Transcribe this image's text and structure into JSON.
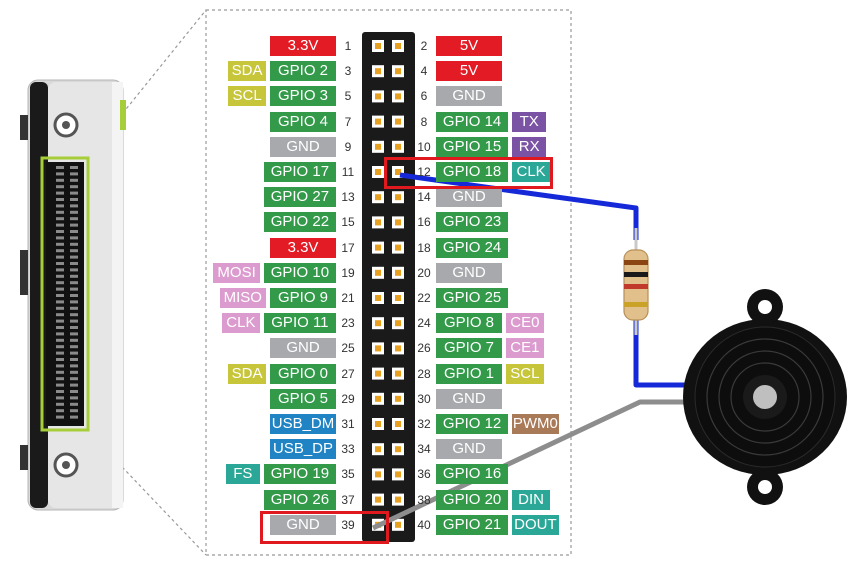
{
  "colors": {
    "power_red": "#e21b24",
    "gnd_gray": "#a7a9ac",
    "gpio_green": "#339a4a",
    "i2c_yellow": "#c7c539",
    "spi_pink": "#dc9bce",
    "uart_purple": "#7b53a4",
    "usb_blue": "#1f83c4",
    "pwm_brown": "#a97a58",
    "i2s_teal": "#2aa796",
    "highlight_red": "#e0191f",
    "wire_blue": "#1529d8",
    "wire_gray": "#8d8d8d",
    "device_frame": "#a6ce39"
  },
  "header": {
    "left_pins": [
      {
        "num": "1",
        "labels": [
          {
            "text": "3.3V",
            "type": "power"
          }
        ]
      },
      {
        "num": "3",
        "labels": [
          {
            "text": "GPIO 2",
            "type": "gpio"
          },
          {
            "text": "SDA",
            "type": "i2c"
          }
        ]
      },
      {
        "num": "5",
        "labels": [
          {
            "text": "GPIO 3",
            "type": "gpio"
          },
          {
            "text": "SCL",
            "type": "i2c"
          }
        ]
      },
      {
        "num": "7",
        "labels": [
          {
            "text": "GPIO 4",
            "type": "gpio"
          }
        ]
      },
      {
        "num": "9",
        "labels": [
          {
            "text": "GND",
            "type": "gnd"
          }
        ]
      },
      {
        "num": "11",
        "labels": [
          {
            "text": "GPIO 17",
            "type": "gpio"
          }
        ]
      },
      {
        "num": "13",
        "labels": [
          {
            "text": "GPIO 27",
            "type": "gpio"
          }
        ]
      },
      {
        "num": "15",
        "labels": [
          {
            "text": "GPIO 22",
            "type": "gpio"
          }
        ]
      },
      {
        "num": "17",
        "labels": [
          {
            "text": "3.3V",
            "type": "power"
          }
        ]
      },
      {
        "num": "19",
        "labels": [
          {
            "text": "GPIO 10",
            "type": "gpio"
          },
          {
            "text": "MOSI",
            "type": "spi"
          }
        ]
      },
      {
        "num": "21",
        "labels": [
          {
            "text": "GPIO 9",
            "type": "gpio"
          },
          {
            "text": "MISO",
            "type": "spi"
          }
        ]
      },
      {
        "num": "23",
        "labels": [
          {
            "text": "GPIO 11",
            "type": "gpio"
          },
          {
            "text": "CLK",
            "type": "spi"
          }
        ]
      },
      {
        "num": "25",
        "labels": [
          {
            "text": "GND",
            "type": "gnd"
          }
        ]
      },
      {
        "num": "27",
        "labels": [
          {
            "text": "GPIO 0",
            "type": "gpio"
          },
          {
            "text": "SDA",
            "type": "i2c"
          }
        ]
      },
      {
        "num": "29",
        "labels": [
          {
            "text": "GPIO 5",
            "type": "gpio"
          }
        ]
      },
      {
        "num": "31",
        "labels": [
          {
            "text": "USB_DM",
            "type": "usb"
          }
        ]
      },
      {
        "num": "33",
        "labels": [
          {
            "text": "USB_DP",
            "type": "usb"
          }
        ]
      },
      {
        "num": "35",
        "labels": [
          {
            "text": "GPIO 19",
            "type": "gpio"
          },
          {
            "text": "FS",
            "type": "i2s"
          }
        ]
      },
      {
        "num": "37",
        "labels": [
          {
            "text": "GPIO 26",
            "type": "gpio"
          }
        ]
      },
      {
        "num": "39",
        "labels": [
          {
            "text": "GND",
            "type": "gnd"
          }
        ]
      }
    ],
    "right_pins": [
      {
        "num": "2",
        "labels": [
          {
            "text": "5V",
            "type": "power"
          }
        ]
      },
      {
        "num": "4",
        "labels": [
          {
            "text": "5V",
            "type": "power"
          }
        ]
      },
      {
        "num": "6",
        "labels": [
          {
            "text": "GND",
            "type": "gnd"
          }
        ]
      },
      {
        "num": "8",
        "labels": [
          {
            "text": "GPIO 14",
            "type": "gpio"
          },
          {
            "text": "TX",
            "type": "uart"
          }
        ]
      },
      {
        "num": "10",
        "labels": [
          {
            "text": "GPIO 15",
            "type": "gpio"
          },
          {
            "text": "RX",
            "type": "uart"
          }
        ]
      },
      {
        "num": "12",
        "labels": [
          {
            "text": "GPIO 18",
            "type": "gpio"
          },
          {
            "text": "CLK",
            "type": "i2s"
          }
        ]
      },
      {
        "num": "14",
        "labels": [
          {
            "text": "GND",
            "type": "gnd"
          }
        ]
      },
      {
        "num": "16",
        "labels": [
          {
            "text": "GPIO 23",
            "type": "gpio"
          }
        ]
      },
      {
        "num": "18",
        "labels": [
          {
            "text": "GPIO 24",
            "type": "gpio"
          }
        ]
      },
      {
        "num": "20",
        "labels": [
          {
            "text": "GND",
            "type": "gnd"
          }
        ]
      },
      {
        "num": "22",
        "labels": [
          {
            "text": "GPIO 25",
            "type": "gpio"
          }
        ]
      },
      {
        "num": "24",
        "labels": [
          {
            "text": "GPIO 8",
            "type": "gpio"
          },
          {
            "text": "CE0",
            "type": "spi"
          }
        ]
      },
      {
        "num": "26",
        "labels": [
          {
            "text": "GPIO 7",
            "type": "gpio"
          },
          {
            "text": "CE1",
            "type": "spi"
          }
        ]
      },
      {
        "num": "28",
        "labels": [
          {
            "text": "GPIO 1",
            "type": "gpio"
          },
          {
            "text": "SCL",
            "type": "i2c"
          }
        ]
      },
      {
        "num": "30",
        "labels": [
          {
            "text": "GND",
            "type": "gnd"
          }
        ]
      },
      {
        "num": "32",
        "labels": [
          {
            "text": "GPIO 12",
            "type": "gpio"
          },
          {
            "text": "PWM0",
            "type": "pwm"
          }
        ]
      },
      {
        "num": "34",
        "labels": [
          {
            "text": "GND",
            "type": "gnd"
          }
        ]
      },
      {
        "num": "36",
        "labels": [
          {
            "text": "GPIO 16",
            "type": "gpio"
          }
        ]
      },
      {
        "num": "38",
        "labels": [
          {
            "text": "GPIO 20",
            "type": "gpio"
          },
          {
            "text": "DIN",
            "type": "i2s"
          }
        ]
      },
      {
        "num": "40",
        "labels": [
          {
            "text": "GPIO 21",
            "type": "gpio"
          },
          {
            "text": "DOUT",
            "type": "i2s"
          }
        ]
      }
    ]
  },
  "highlights": [
    "12",
    "39"
  ],
  "components": {
    "resistor": "resistor-icon",
    "buzzer": "piezo-buzzer-icon",
    "board": "single-board-computer-side-view"
  }
}
